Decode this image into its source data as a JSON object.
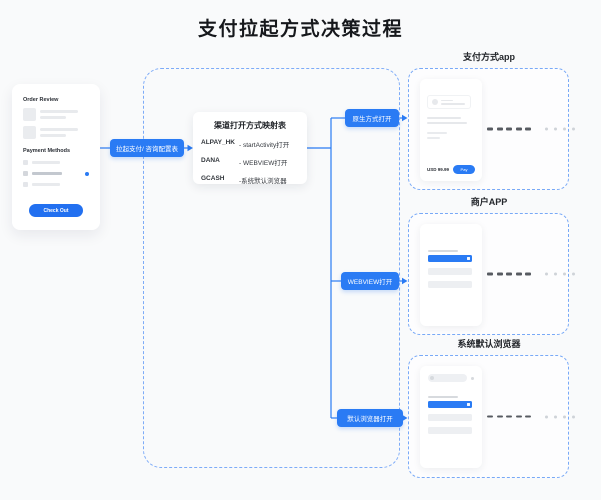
{
  "title": "支付拉起方式决策过程",
  "left_phone": {
    "order_review_label": "Order Review",
    "payment_methods_label": "Payment Methods",
    "checkout_button": "Check Out"
  },
  "flow": {
    "launch_pill": "拉起支付/ 咨询配置表",
    "mapping_table": {
      "title": "渠道打开方式映射表",
      "rows": [
        {
          "channel": "ALPAY_HK",
          "method": "- startActivity打开"
        },
        {
          "channel": "DANA",
          "method": "- WEBVIEW打开"
        },
        {
          "channel": "GCASH",
          "method": "-系统默认浏览器"
        }
      ]
    },
    "branches": [
      {
        "label": "原生方式打开"
      },
      {
        "label": "WEBVIEW打开"
      },
      {
        "label": "默认浏览器打开"
      }
    ]
  },
  "panels": [
    {
      "header": "支付方式app",
      "amount_label": "USD 99.99",
      "pay_button": "Pay"
    },
    {
      "header": "商户APP"
    },
    {
      "header": "系统默认浏览器"
    }
  ],
  "colors": {
    "accent": "#2a7bf4",
    "dashed_border": "#78a9f7",
    "background": "#f9fafb"
  }
}
